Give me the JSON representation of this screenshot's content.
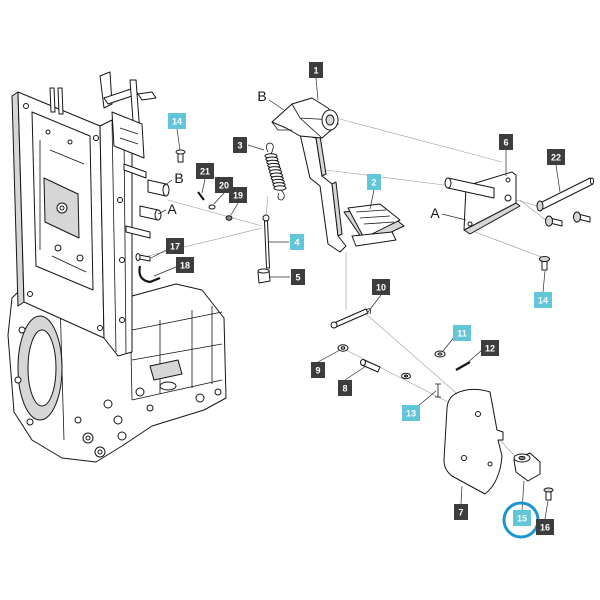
{
  "callouts": [
    {
      "label": "1",
      "style": "dark"
    },
    {
      "label": "2",
      "style": "cyan"
    },
    {
      "label": "3",
      "style": "dark"
    },
    {
      "label": "4",
      "style": "cyan"
    },
    {
      "label": "5",
      "style": "dark"
    },
    {
      "label": "6",
      "style": "dark"
    },
    {
      "label": "7",
      "style": "dark"
    },
    {
      "label": "8",
      "style": "dark"
    },
    {
      "label": "9",
      "style": "dark"
    },
    {
      "label": "10",
      "style": "dark"
    },
    {
      "label": "11",
      "style": "cyan"
    },
    {
      "label": "12",
      "style": "dark"
    },
    {
      "label": "13",
      "style": "cyan"
    },
    {
      "label": "14",
      "style": "cyan"
    },
    {
      "label": "14",
      "style": "cyan"
    },
    {
      "label": "15",
      "style": "cyan",
      "highlighted": true
    },
    {
      "label": "16",
      "style": "dark"
    },
    {
      "label": "17",
      "style": "dark"
    },
    {
      "label": "18",
      "style": "dark"
    },
    {
      "label": "19",
      "style": "dark"
    },
    {
      "label": "20",
      "style": "dark"
    },
    {
      "label": "21",
      "style": "dark"
    },
    {
      "label": "22",
      "style": "dark"
    }
  ],
  "letters": [
    "B",
    "A",
    "B",
    "A"
  ],
  "colors": {
    "callout_dark": "#3d3d3d",
    "callout_cyan": "#62c6d9",
    "highlight_ring": "#1b95d2"
  }
}
